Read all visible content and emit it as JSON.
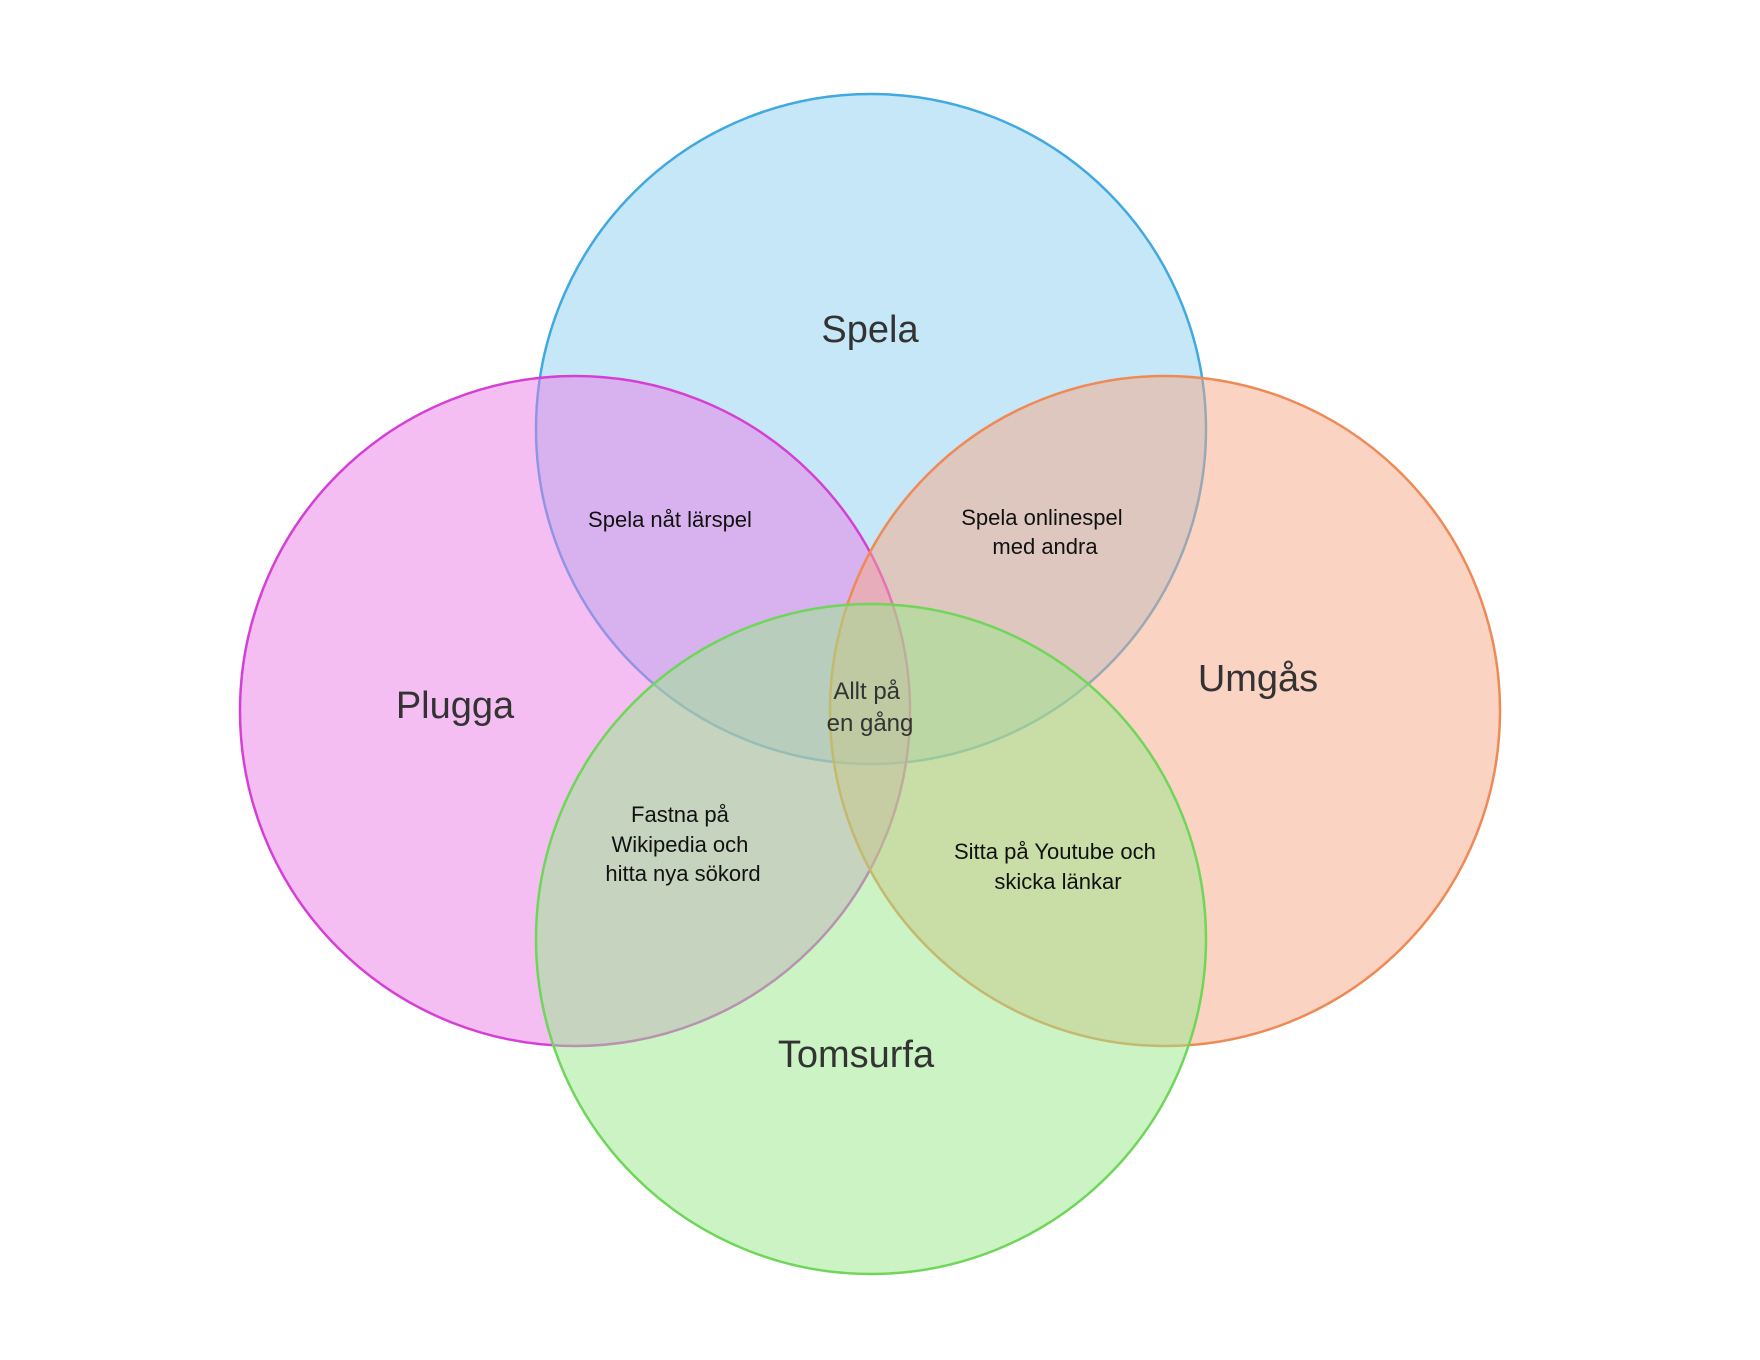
{
  "sets": [
    {
      "id": "spela",
      "label": "Spela",
      "fill": "#8ecff0",
      "stroke": "#3fa9e0"
    },
    {
      "id": "plugga",
      "label": "Plugga",
      "fill": "#ea7ee6",
      "stroke": "#d63fd6"
    },
    {
      "id": "umgas",
      "label": "Umgås",
      "fill": "#f5a888",
      "stroke": "#ee8a55"
    },
    {
      "id": "tomsurfa",
      "label": "Tomsurfa",
      "fill": "#97e88a",
      "stroke": "#6fd65a"
    }
  ],
  "intersections": {
    "spela_plugga": [
      "Spela nåt lärspel"
    ],
    "spela_umgas": [
      "Spela onlinespel",
      "med andra"
    ],
    "plugga_tomsurfa": [
      "Fastna på",
      "Wikipedia och",
      "hitta nya sökord"
    ],
    "umgas_tomsurfa": [
      "Sitta på Youtube och",
      "skicka länkar"
    ],
    "all": [
      "Allt på",
      "en gång"
    ]
  }
}
